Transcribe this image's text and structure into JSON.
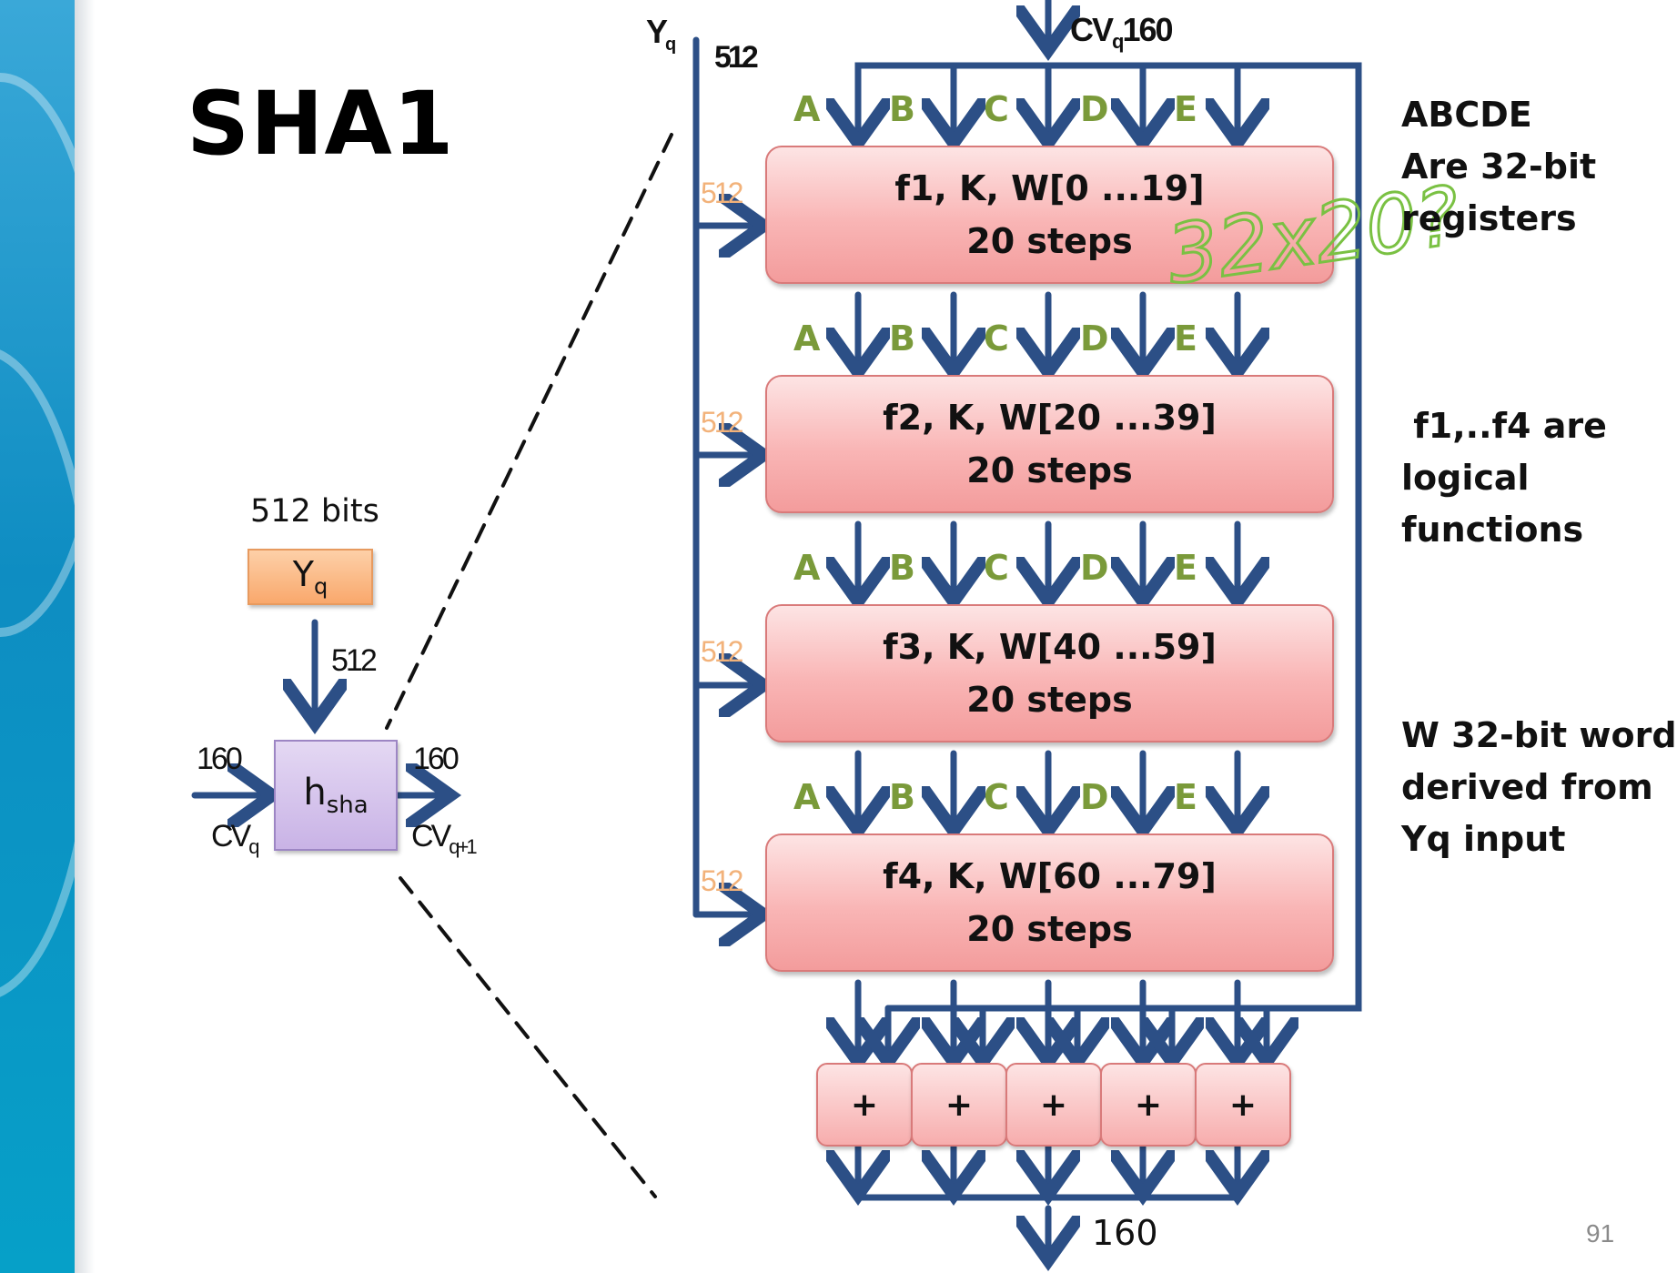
{
  "title": "SHA1",
  "small_diagram": {
    "input_label": "512 bits",
    "input_block": "Y",
    "input_block_sub": "q",
    "input_width": "512",
    "left_width": "160",
    "right_width": "160",
    "cv_in": "CV",
    "cv_in_sub": "q",
    "cv_out": "CV",
    "cv_out_sub": "q+1",
    "function": "h",
    "function_sub": "sha"
  },
  "detail": {
    "y_label": "Y",
    "y_label_sub": "q",
    "y_width": "512",
    "cv_top": "CV",
    "cv_top_sub": "q",
    "cv_top_width": "160",
    "registers": [
      "A",
      "B",
      "C",
      "D",
      "E"
    ],
    "stages": [
      {
        "line1": "f1, K, W[0 ...19]",
        "line2": "20 steps",
        "input": "512"
      },
      {
        "line1": "f2, K, W[20 ...39]",
        "line2": "20 steps",
        "input": "512"
      },
      {
        "line1": "f3, K, W[40 ...59]",
        "line2": "20 steps",
        "input": "512"
      },
      {
        "line1": "f4, K, W[60 ...79]",
        "line2": "20 steps",
        "input": "512"
      }
    ],
    "adders": [
      "+",
      "+",
      "+",
      "+",
      "+"
    ],
    "output_width": "160"
  },
  "notes": {
    "n1": [
      "ABCDE",
      "Are 32-bit",
      "registers"
    ],
    "n2": [
      " f1,..f4 are",
      "logical",
      "functions"
    ],
    "n3": [
      "W 32-bit word",
      "derived from",
      "Yq input"
    ]
  },
  "handwriting": "32x20?",
  "page_number": "91",
  "colors": {
    "arrow": "#2c4f86",
    "register_text": "#7a9a3a",
    "stage_fill": "#f9b5b5",
    "input_block": "#f9b27a",
    "function_block": "#d5c3ec",
    "handwriting": "#7ac143",
    "width_512": "#f2b27a"
  }
}
